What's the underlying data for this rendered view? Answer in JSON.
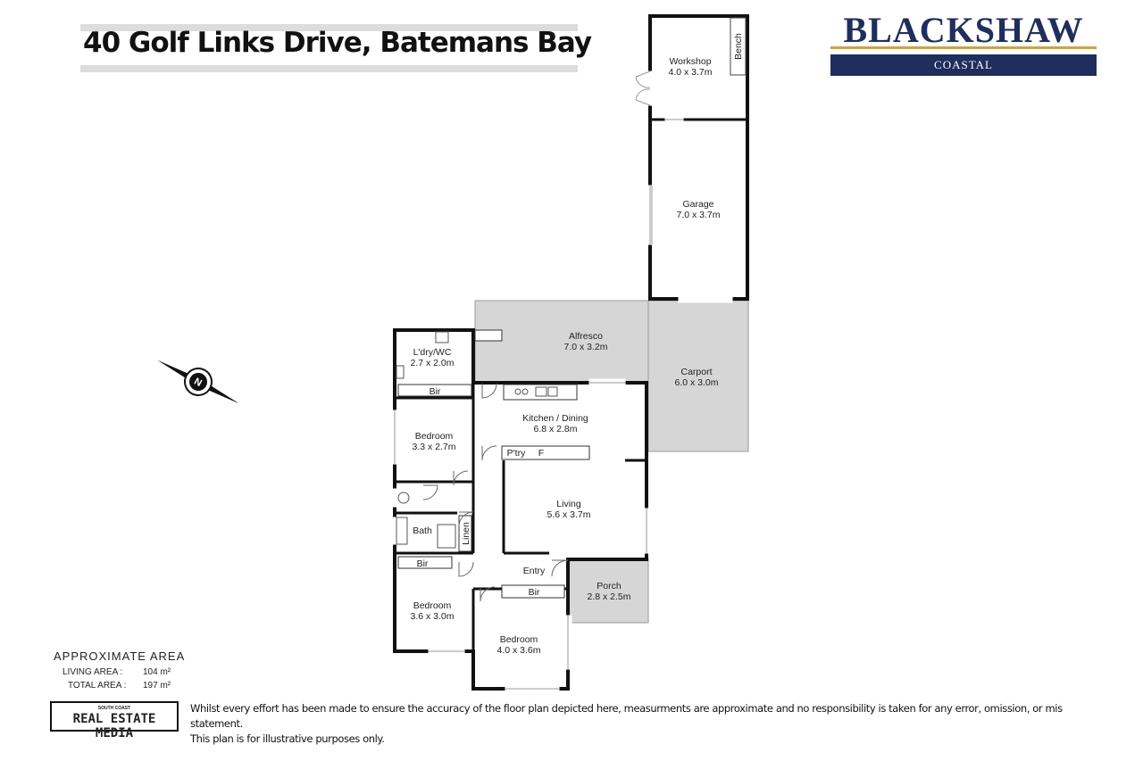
{
  "header": {
    "title": "40 Golf Links Drive, Batemans Bay"
  },
  "logo": {
    "name": "BLACKSHAW",
    "tagline": "COASTAL",
    "brand_color": "#1f2e5c",
    "accent_color": "#c9a24a"
  },
  "rooms": {
    "workshop": {
      "name": "Workshop",
      "size": "4.0 x 3.7m"
    },
    "bench": {
      "name": "Bench"
    },
    "garage": {
      "name": "Garage",
      "size": "7.0 x 3.7m"
    },
    "alfresco": {
      "name": "Alfresco",
      "size": "7.0 x 3.2m"
    },
    "carport": {
      "name": "Carport",
      "size": "6.0 x 3.0m"
    },
    "laundry": {
      "name": "L'dry/WC",
      "size": "2.7 x 2.0m"
    },
    "kitchen": {
      "name": "Kitchen / Dining",
      "size": "6.8 x 2.8m"
    },
    "bedroom1": {
      "name": "Bedroom",
      "size": "3.3 x 2.7m"
    },
    "living": {
      "name": "Living",
      "size": "5.6 x 3.7m"
    },
    "bath": {
      "name": "Bath"
    },
    "linen": {
      "name": "Linen"
    },
    "pantry": {
      "name": "P'try"
    },
    "fridge": {
      "name": "F"
    },
    "entry": {
      "name": "Entry"
    },
    "porch": {
      "name": "Porch",
      "size": "2.8 x 2.5m"
    },
    "bedroom2": {
      "name": "Bedroom",
      "size": "3.6 x 3.0m"
    },
    "bedroom3": {
      "name": "Bedroom",
      "size": "4.0 x 3.6m"
    },
    "bir_label": "Bir",
    "compass_letter": "N"
  },
  "area": {
    "title": "APPROXIMATE AREA",
    "living_label": "LIVING  AREA   :",
    "living_value": "104 m²",
    "total_label": "TOTAL AREA   :",
    "total_value": "197 m²"
  },
  "footer": {
    "brand_small": "SOUTH COAST",
    "brand_big": "REAL ESTATE MEDIA",
    "disclaimer_line1": "Whilst every effort has been made to ensure the accuracy of the floor plan depicted here, measurments are approximate and no responsibility is taken for any error, omission, or mis statement.",
    "disclaimer_line2": "This plan is for illustrative purposes only."
  },
  "colors": {
    "wall": "#111111",
    "outdoor_fill": "#d6d6d6",
    "window": "#9a9a9a"
  }
}
